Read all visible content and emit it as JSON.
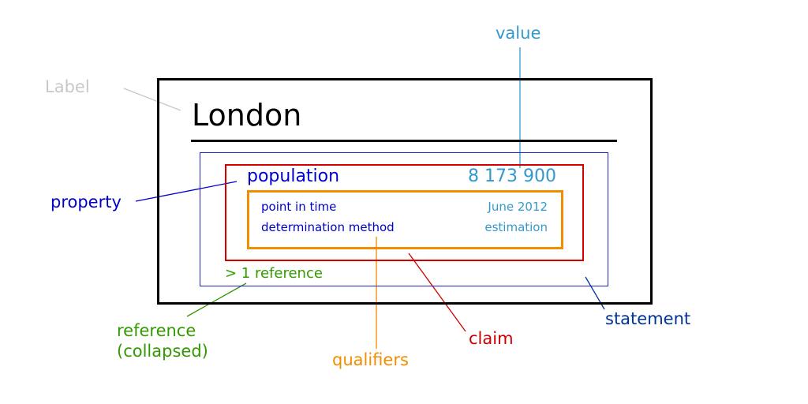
{
  "item": {
    "label": "London"
  },
  "statement": {
    "property": "population",
    "value": "8 173 900",
    "qualifiers": [
      {
        "property": "point in time",
        "value": "June 2012"
      },
      {
        "property": "determination method",
        "value": "estimation"
      }
    ],
    "reference_toggle": "> 1 reference"
  },
  "annotations": {
    "label": "Label",
    "value": "value",
    "property": "property",
    "statement": "statement",
    "claim": "claim",
    "qualifiers": "qualifiers",
    "reference_line1": "reference",
    "reference_line2": "(collapsed)"
  },
  "colors": {
    "item_border": "#000000",
    "statement": "#1f1fd1",
    "claim": "#d40000",
    "qualifiers": "#f28c00",
    "property": "#0000cc",
    "value": "#3399cc",
    "reference": "#339900",
    "label_annotation": "#c8c8c8"
  }
}
